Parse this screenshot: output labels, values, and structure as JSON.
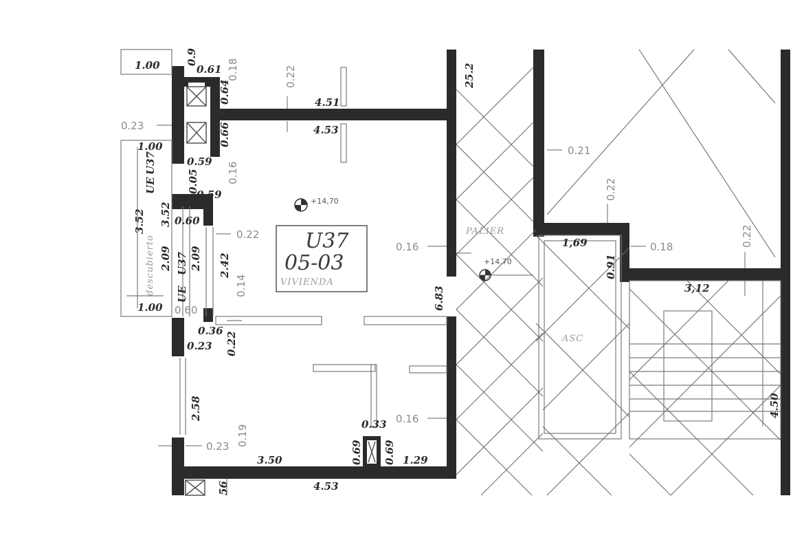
{
  "unit": {
    "code": "U37",
    "number": "05-03",
    "type": "VIVIENDA"
  },
  "labels": {
    "palier": "PALIER",
    "asc": "ASC",
    "level_room": "+14,70",
    "level_palier": "+14.70",
    "ue_a": "UE",
    "ue_b": "UE",
    "u37_a": "U37",
    "u37_b": "U37",
    "descubierto": "descubierto"
  },
  "dimensions": {
    "d_1_00_top": "1.00",
    "d_0_9": "0.9",
    "d_0_61": "0.61",
    "d_0_18_a": "0.18",
    "d_0_22_a": "0.22",
    "d_4_51": "4.51",
    "d_4_53_top": "4.53",
    "d_25_2": "25.2",
    "d_0_64": "0.64",
    "d_0_23_a": "0.23",
    "d_0_66": "0.66",
    "d_1_00_mid": "1.00",
    "d_0_59_a": "0.59",
    "d_0_16_a": "0.16",
    "d_0_05": "0.05",
    "d_0_59_b": "0.59",
    "d_3_52_a": "3.52",
    "d_3_52_b": "3.52",
    "d_0_60_a": "0.60",
    "d_0_22_b": "0.22",
    "d_2_09_a": "2.09",
    "d_2_09_b": "2.09",
    "d_2_42": "2.42",
    "d_0_14": "0.14",
    "d_1_00_bot": "1.00",
    "d_0_60_b": "0.60",
    "d_0_16_b": "0.16",
    "d_6_83": "6.83",
    "d_0_21": "0.21",
    "d_0_22_c": "0.22",
    "d_1_69": "1,69",
    "d_0_91": "0.91",
    "d_0_18_b": "0.18",
    "d_0_22_d": "0.22",
    "d_3_12": "3,12",
    "d_0_36": "0.36",
    "d_0_23_b": "0.23",
    "d_0_22_e": "0.22",
    "d_2_58": "2.58",
    "d_0_19": "0.19",
    "d_0_16_c": "0.16",
    "d_0_33": "0.33",
    "d_4_50": "4.50",
    "d_0_23_c": "0.23",
    "d_3_50": "3.50",
    "d_0_69_a": "0.69",
    "d_0_69_b": "0.69",
    "d_1_29": "1.29",
    "d_56": "56",
    "d_4_53_bot": "4.53"
  }
}
